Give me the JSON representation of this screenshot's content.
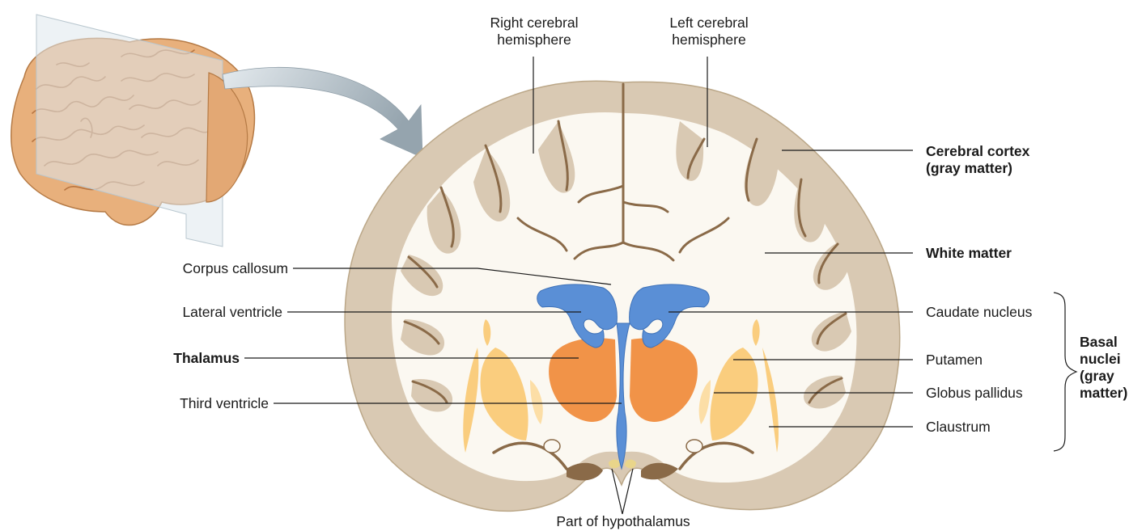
{
  "labels": {
    "right_hemisphere": [
      "Right cerebral",
      "hemisphere"
    ],
    "left_hemisphere": [
      "Left cerebral",
      "hemisphere"
    ],
    "cerebral_cortex": [
      "Cerebral cortex",
      "(gray matter)"
    ],
    "white_matter": "White matter",
    "corpus_callosum": "Corpus callosum",
    "lateral_ventricle": "Lateral ventricle",
    "thalamus": "Thalamus",
    "third_ventricle": "Third ventricle",
    "caudate_nucleus": "Caudate nucleus",
    "putamen": "Putamen",
    "globus_pallidus": "Globus pallidus",
    "claustrum": "Claustrum",
    "basal_nuclei": [
      "Basal",
      "nuclei",
      "(gray",
      "matter)"
    ],
    "hypothalamus": "Part of hypothalamus"
  },
  "colors": {
    "cortex": "#d9c9b3",
    "white_matter": "#fbf8f1",
    "sulcus": "#8a6a48",
    "ventricle": "#5a8fd6",
    "thalamus": "#f08a3a",
    "basal_nuclei": "#f9c56a",
    "brain_surface": "#e8b07c",
    "arrow": "#a9b6c0"
  }
}
